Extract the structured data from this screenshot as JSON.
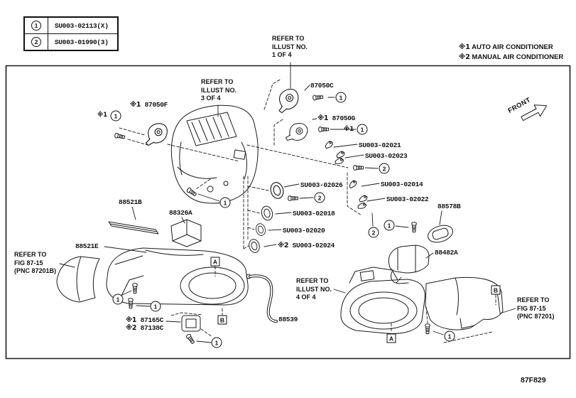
{
  "figure_code": "87F829",
  "front_label": "FRONT",
  "legend": {
    "rows": [
      {
        "n": "1",
        "part": "SU003-02113(X)"
      },
      {
        "n": "2",
        "part": "SU003-01990(3)"
      }
    ]
  },
  "notes": [
    {
      "prefix": "※1",
      "text": "AUTO AIR CONDITIONER"
    },
    {
      "prefix": "※2",
      "text": "MANUAL AIR CONDITIONER"
    }
  ],
  "refs": {
    "illust1": {
      "l1": "REFER TO",
      "l2": "ILLUST NO.",
      "l3": "1 OF 4"
    },
    "illust3": {
      "l1": "REFER TO",
      "l2": "ILLUST NO.",
      "l3": "3 OF 4"
    },
    "illust4": {
      "l1": "REFER TO",
      "l2": "ILLUST NO.",
      "l3": "4 OF 4"
    },
    "fig_left": {
      "l1": "REFER TO",
      "l2": "FIG 87-15",
      "l3": "(PNC 87201B)"
    },
    "fig_right": {
      "l1": "REFER TO",
      "l2": "FIG 87-15",
      "l3": "(PNC 87201)"
    }
  },
  "symbols": {
    "c1": "1",
    "c2": "2",
    "boxA": "A",
    "boxB": "B",
    "star1": "※1",
    "star2": "※2"
  },
  "parts": {
    "p87050c": "87050C",
    "p87050f": "87050F",
    "p87050g": "87050G",
    "su02021": "SU003-02021",
    "su02023": "SU003-02023",
    "su02026": "SU003-02026",
    "su02014": "SU003-02014",
    "su02022": "SU003-02022",
    "su02018": "SU003-02018",
    "su02020": "SU003-02020",
    "su02024": "SU003-02024",
    "p88521b": "88521B",
    "p88326a": "88326A",
    "p88521e": "88521E",
    "p88578b": "88578B",
    "p88482a": "88482A",
    "p88539": "88539",
    "p87165c": "87165C",
    "p87138c": "87138C"
  }
}
